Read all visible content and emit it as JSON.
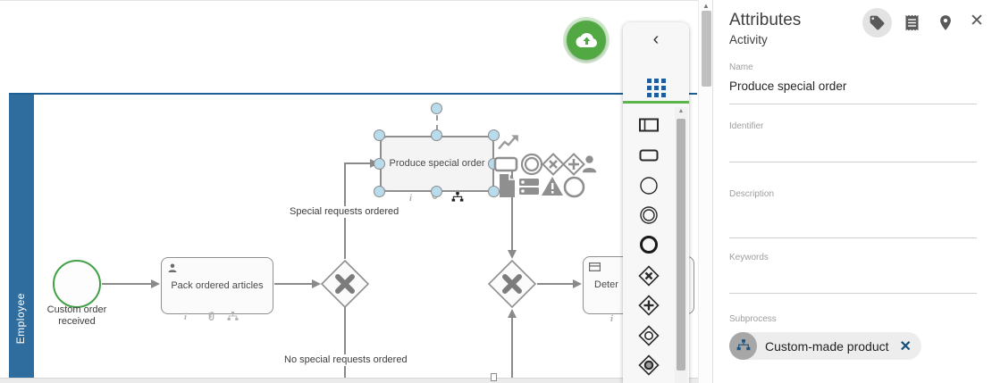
{
  "icons": {
    "collapse": "‹",
    "close": "✕",
    "chip_remove": "✕",
    "scroll_up": "▲",
    "info_badge": "i"
  },
  "canvas": {
    "lane_label": "Employee",
    "start_event_label": "Custom order received",
    "tasks": {
      "pack": "Pack ordered articles",
      "produce": "Produce special order",
      "determine": "Deter"
    },
    "flow_labels": {
      "special": "Special requests ordered",
      "no_special": "No special requests ordered"
    }
  },
  "attributes_panel": {
    "title": "Attributes",
    "subtitle": "Activity",
    "fields": [
      {
        "label": "Name",
        "value": "Produce special order"
      },
      {
        "label": "Identifier",
        "value": ""
      },
      {
        "label": "Description",
        "value": ""
      },
      {
        "label": "Keywords",
        "value": ""
      }
    ],
    "subprocess_label": "Subprocess",
    "subprocess_chip": "Custom-made product"
  },
  "colors": {
    "lane_blue": "#2e6d9d",
    "upload_green": "#52a843",
    "palette_active_green": "#5cb54a",
    "palette_grid_blue": "#1e5d9e",
    "chip_icon_navy": "#1d5480",
    "start_event_green": "#43a047",
    "flow_gray": "#8a8a8a"
  }
}
